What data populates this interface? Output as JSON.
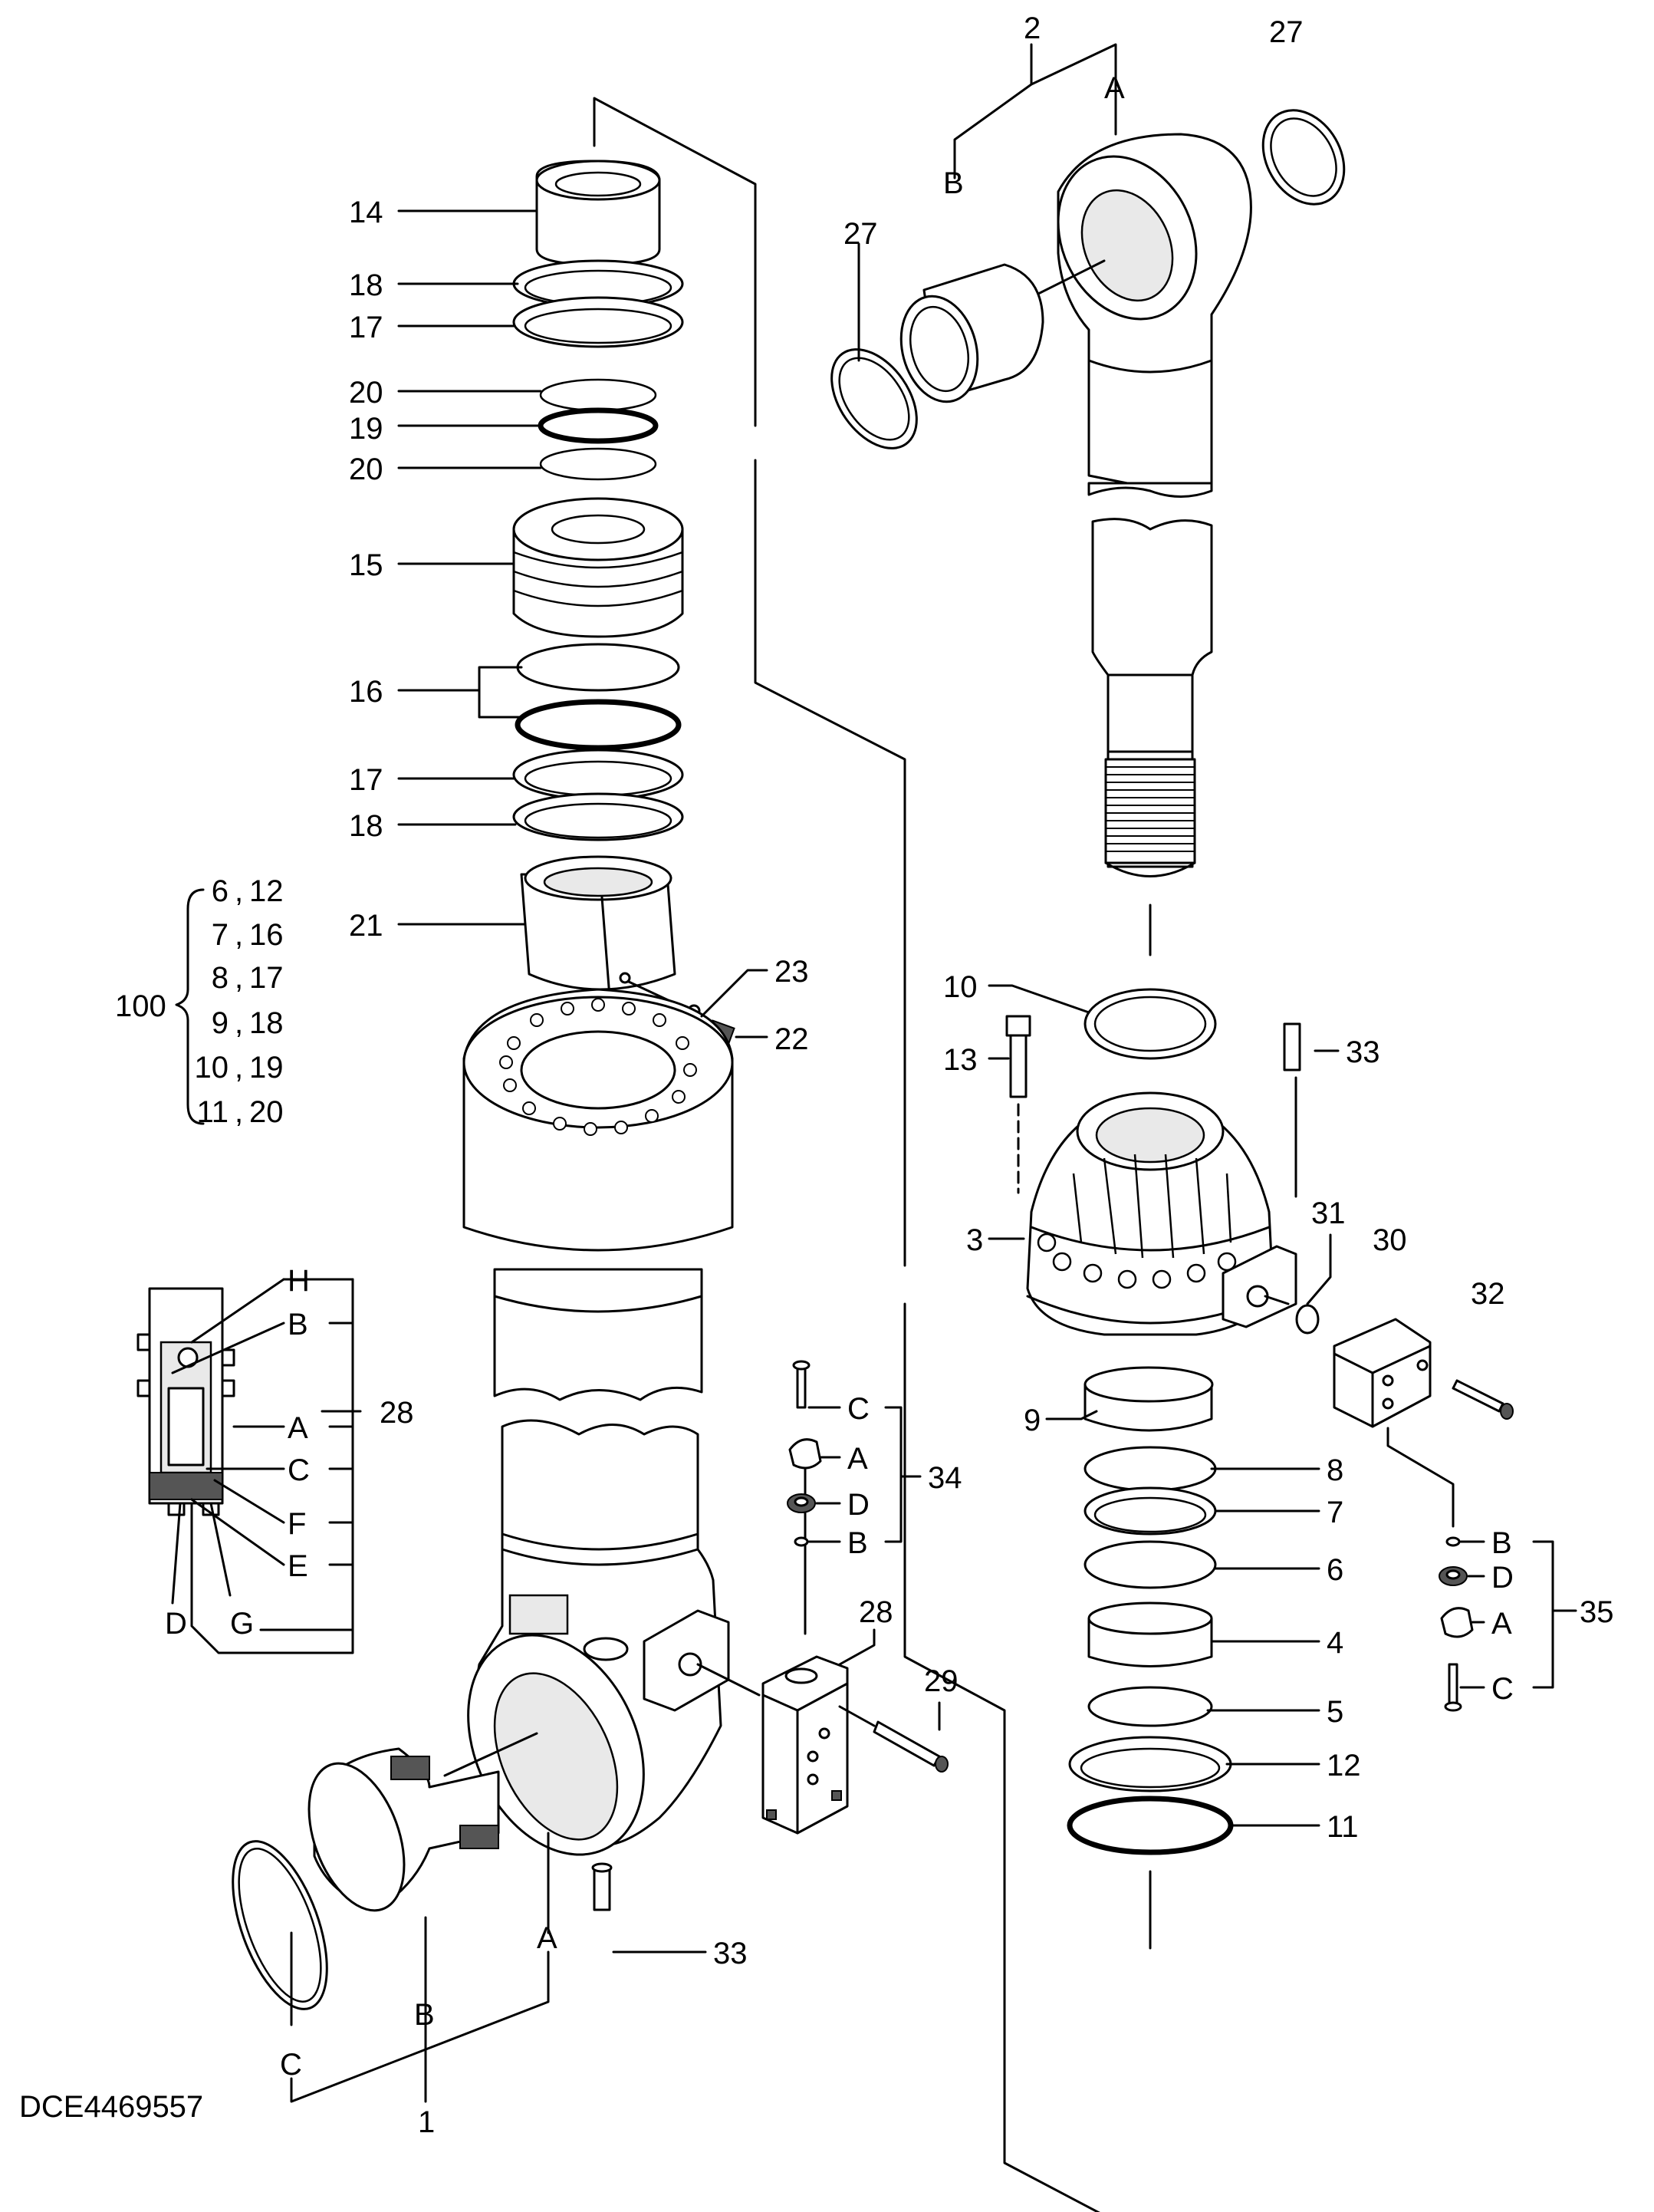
{
  "drawing_id": "DCE4469557",
  "callouts": [
    {
      "text": "2"
    },
    {
      "text": "27"
    },
    {
      "text": "A"
    },
    {
      "text": "B"
    },
    {
      "text": "27"
    },
    {
      "text": "14"
    },
    {
      "text": "18"
    },
    {
      "text": "17"
    },
    {
      "text": "20"
    },
    {
      "text": "19"
    },
    {
      "text": "20"
    },
    {
      "text": "15"
    },
    {
      "text": "16"
    },
    {
      "text": "17"
    },
    {
      "text": "18"
    },
    {
      "text": "21"
    },
    {
      "text": "23"
    },
    {
      "text": "22"
    },
    {
      "text": "10"
    },
    {
      "text": "13"
    },
    {
      "text": "33"
    },
    {
      "text": "3"
    },
    {
      "text": "31"
    },
    {
      "text": "30"
    },
    {
      "text": "32"
    },
    {
      "text": "9"
    },
    {
      "text": "8"
    },
    {
      "text": "7"
    },
    {
      "text": "6"
    },
    {
      "text": "4"
    },
    {
      "text": "5"
    },
    {
      "text": "12"
    },
    {
      "text": "11"
    },
    {
      "text": "28"
    },
    {
      "text": "29"
    },
    {
      "text": "33"
    },
    {
      "text": "A"
    },
    {
      "text": "B"
    },
    {
      "text": "C"
    },
    {
      "text": "1"
    },
    {
      "text": "C"
    },
    {
      "text": "A"
    },
    {
      "text": "D"
    },
    {
      "text": "B"
    },
    {
      "text": "34"
    },
    {
      "text": "B"
    },
    {
      "text": "D"
    },
    {
      "text": "A"
    },
    {
      "text": "C"
    },
    {
      "text": "35"
    },
    {
      "text": "H"
    },
    {
      "text": "B"
    },
    {
      "text": "A"
    },
    {
      "text": "C"
    },
    {
      "text": "F"
    },
    {
      "text": "E"
    },
    {
      "text": "D"
    },
    {
      "text": "G"
    },
    {
      "text": "28"
    }
  ],
  "kit": {
    "number": "100",
    "rows": [
      {
        "a": "6",
        "b": "12"
      },
      {
        "a": "7",
        "b": "16"
      },
      {
        "a": "8",
        "b": "17"
      },
      {
        "a": "9",
        "b": "18"
      },
      {
        "a": "10",
        "b": "19"
      },
      {
        "a": "11",
        "b": "20"
      }
    ]
  }
}
